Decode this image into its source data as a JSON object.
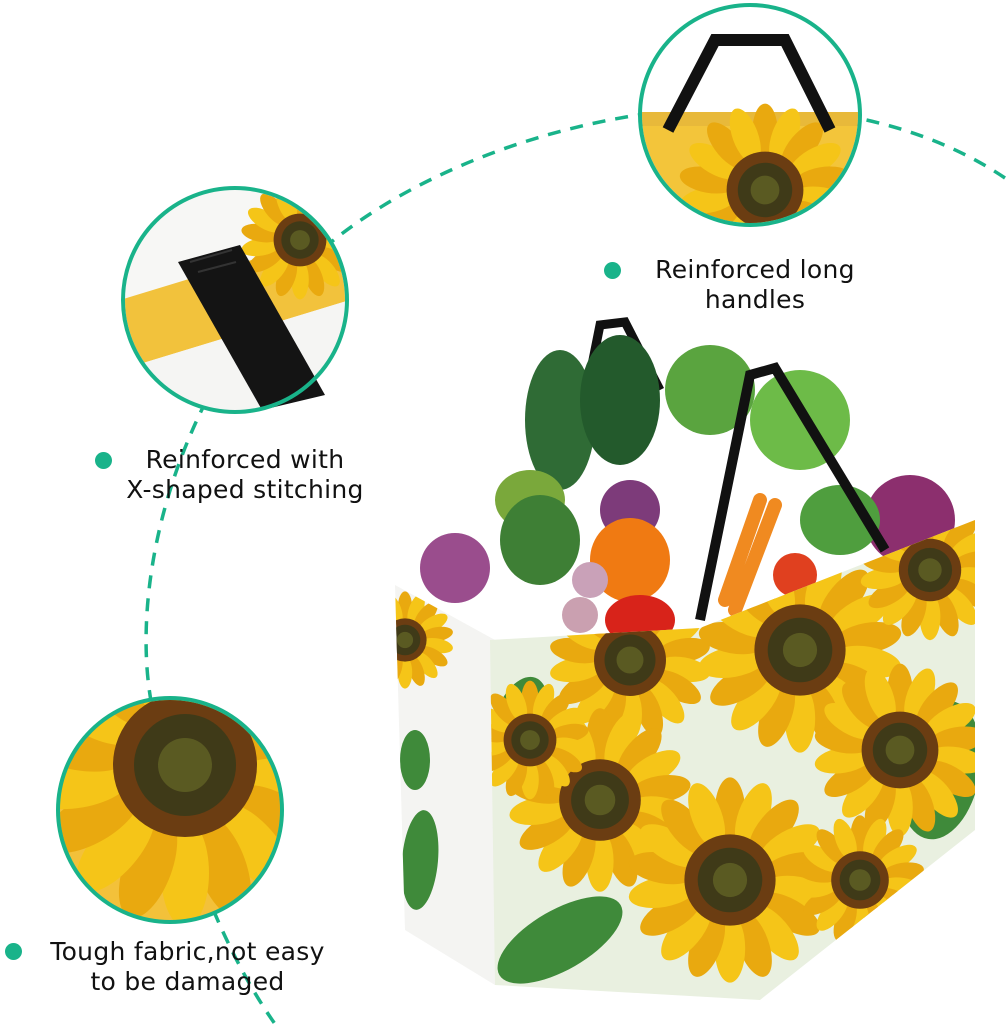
{
  "colors": {
    "accent": "#19b38a",
    "text": "#111111"
  },
  "callouts": {
    "handles": {
      "line1": "Reinforced long",
      "line2": "handles",
      "icon": "bullet-dot"
    },
    "stitching": {
      "line1": "Reinforced with",
      "line2": "X-shaped stitching",
      "icon": "bullet-dot"
    },
    "fabric": {
      "line1": "Tough fabric,not easy",
      "line2": "to be damaged",
      "icon": "bullet-dot"
    }
  }
}
